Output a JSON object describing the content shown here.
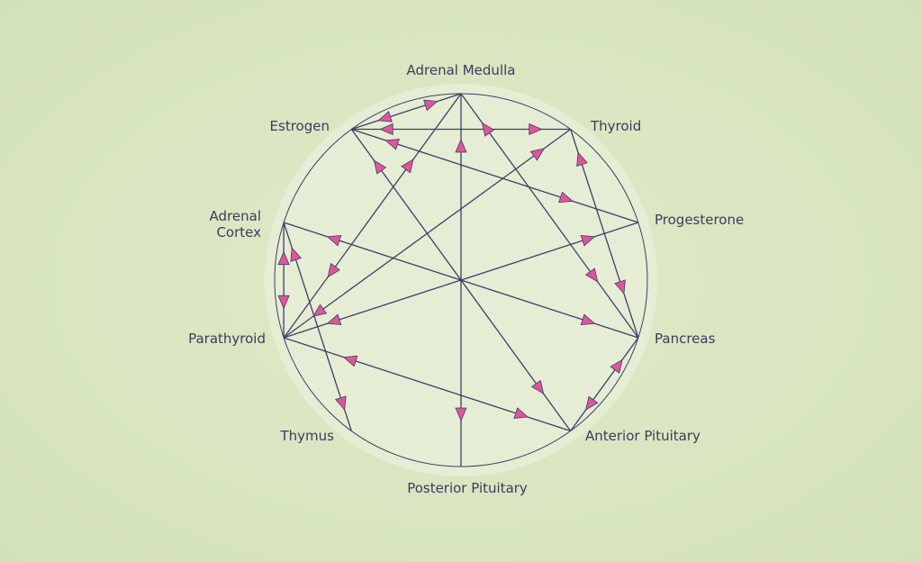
{
  "title": "Endocrine interaction diagram",
  "colors": {
    "line": "#3d3f66",
    "arrow": "#e0559a",
    "arrow_outline": "#3d3f66",
    "halo": "#e5eed4",
    "label": "#3a3c5c"
  },
  "nodes": [
    {
      "label": "Adrenal Medulla"
    },
    {
      "label": "Thyroid"
    },
    {
      "label": "Progesterone"
    },
    {
      "label": "Pancreas"
    },
    {
      "label": "Anterior Pituitary"
    },
    {
      "label": "Posterior Pituitary"
    },
    {
      "label": "Thymus"
    },
    {
      "label": "Parathyroid"
    },
    {
      "label": "Adrenal Cortex"
    },
    {
      "label": "Estrogen"
    }
  ],
  "edges": [
    {
      "from": "Estrogen",
      "to": "Adrenal Medulla",
      "arrows": "both"
    },
    {
      "from": "Estrogen",
      "to": "Thyroid",
      "arrows": "both"
    },
    {
      "from": "Posterior Pituitary",
      "to": "Adrenal Medulla",
      "arrows": "both"
    },
    {
      "from": "Adrenal Medulla",
      "to": "Pancreas",
      "arrows": "both"
    },
    {
      "from": "Adrenal Medulla",
      "to": "Parathyroid",
      "arrows": "both"
    },
    {
      "from": "Estrogen",
      "to": "Anterior Pituitary",
      "arrows": "both"
    },
    {
      "from": "Estrogen",
      "to": "Progesterone",
      "arrows": "both"
    },
    {
      "from": "Thyroid",
      "to": "Parathyroid",
      "arrows": "both"
    },
    {
      "from": "Thyroid",
      "to": "Pancreas",
      "arrows": "both"
    },
    {
      "from": "Adrenal Cortex",
      "to": "Pancreas",
      "arrows": "both"
    },
    {
      "from": "Adrenal Cortex",
      "to": "Parathyroid",
      "arrows": "both"
    },
    {
      "from": "Adrenal Cortex",
      "to": "Thymus",
      "arrows": "both"
    },
    {
      "from": "Progesterone",
      "to": "Parathyroid",
      "arrows": "both"
    },
    {
      "from": "Parathyroid",
      "to": "Anterior Pituitary",
      "arrows": "both"
    },
    {
      "from": "Pancreas",
      "to": "Anterior Pituitary",
      "arrows": "both"
    }
  ]
}
